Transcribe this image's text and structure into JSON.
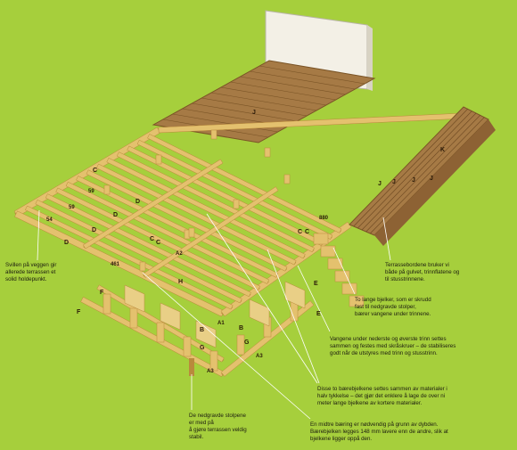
{
  "palette": {
    "background": "#a6cf3c",
    "wood": "#e4c16e",
    "wood_dark": "#b98a3c",
    "deck": "#a67a45",
    "wall": "#f3f0e6"
  },
  "labels": {
    "J1": "J",
    "J2": "J",
    "J3": "J",
    "J4": "J",
    "J5": "J",
    "K": "K",
    "C1": "C",
    "C2": "C",
    "C3": "C",
    "C4": "C",
    "C5": "C",
    "D1": "D",
    "D2": "D",
    "D3": "D",
    "D4": "D",
    "F1": "F",
    "F2": "F",
    "H": "H",
    "A1": "A1",
    "A2": "A2",
    "A3": "A3",
    "A3b": "A3",
    "B1": "B",
    "B2": "B",
    "G1": "G",
    "G2": "G",
    "E1": "E",
    "E2": "E",
    "n59a": "59",
    "n59b": "59",
    "n54": "54",
    "n461": "461",
    "n880": "880"
  },
  "notes": {
    "left": [
      "Svillen på veggen gir",
      "allerede terrassen et",
      "solid holdepunkt."
    ],
    "right1": [
      "Terrassebordene bruker vi",
      "både på gulvet, trinnflatene og",
      "til stusstrinnene."
    ],
    "right2": [
      "To lange bjelker, som er skrudd",
      "fast til nedgravde stolper,",
      "bærer vangene under trinnene."
    ],
    "right3": [
      "Vangene under nederste og øverste trinn settes",
      "sammen og festes med skråskruer – de stabiliseres",
      "godt når de utstyres med trinn og stusstrinn."
    ],
    "right4": [
      "Disse to bærebjelkene settes sammen av materialer i",
      "halv tykkelse – det gjør det enklere å lage de over ni",
      "meter lange bjelkene av kortere materialer."
    ],
    "right5": [
      "En midtre bæring er nødvendig på grunn av dybden.",
      "Bærebjelken legges 148 mm lavere enn de andre, slik at",
      "bjelkene ligger oppå den."
    ],
    "bottom": [
      "De nedgravde stolpene",
      "er med på",
      "å gjøre terrassen veldig",
      "stabil."
    ]
  }
}
